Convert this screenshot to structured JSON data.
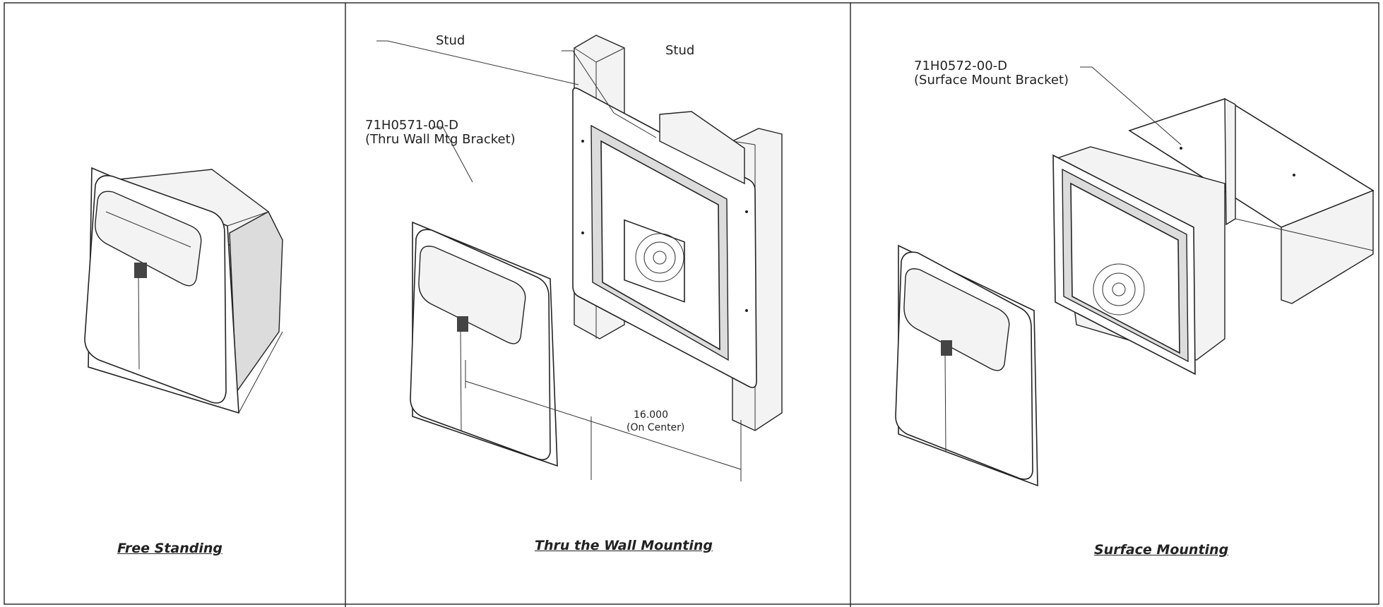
{
  "panels": [
    {
      "caption": "Free Standing"
    },
    {
      "caption": "Thru the Wall Mounting"
    },
    {
      "caption": "Surface Mounting"
    }
  ],
  "thru_wall": {
    "stud_left": "Stud",
    "stud_right": "Stud",
    "bracket_part": "71H0571-00-D",
    "bracket_desc": "(Thru Wall Mtg Bracket)",
    "dimension_value": "16.000",
    "dimension_note": "(On Center)"
  },
  "surface": {
    "bracket_part": "71H0572-00-D",
    "bracket_desc": "(Surface Mount Bracket)"
  },
  "colors": {
    "line": "#222222",
    "background": "#ffffff"
  }
}
